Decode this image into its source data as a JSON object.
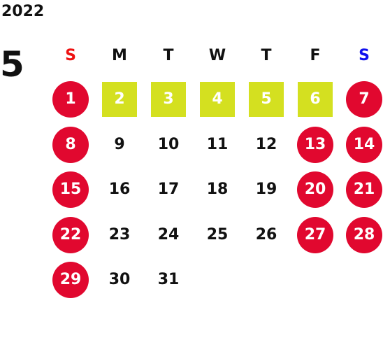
{
  "calendar": {
    "year": "2022",
    "month": "5",
    "colors": {
      "sunday_header": "#ee1111",
      "saturday_header": "#1111ee",
      "holiday_bg": "#e1082f",
      "special_bg": "#d4e020",
      "text": "#111111"
    },
    "weekdays": [
      {
        "label": "S",
        "kind": "sun"
      },
      {
        "label": "M",
        "kind": "normal"
      },
      {
        "label": "T",
        "kind": "normal"
      },
      {
        "label": "W",
        "kind": "normal"
      },
      {
        "label": "T",
        "kind": "normal"
      },
      {
        "label": "F",
        "kind": "normal"
      },
      {
        "label": "S",
        "kind": "sat"
      }
    ],
    "days": [
      {
        "n": "1",
        "type": "holiday"
      },
      {
        "n": "2",
        "type": "special"
      },
      {
        "n": "3",
        "type": "special"
      },
      {
        "n": "4",
        "type": "special"
      },
      {
        "n": "5",
        "type": "special"
      },
      {
        "n": "6",
        "type": "special"
      },
      {
        "n": "7",
        "type": "holiday"
      },
      {
        "n": "8",
        "type": "holiday"
      },
      {
        "n": "9",
        "type": "normal"
      },
      {
        "n": "10",
        "type": "normal"
      },
      {
        "n": "11",
        "type": "normal"
      },
      {
        "n": "12",
        "type": "normal"
      },
      {
        "n": "13",
        "type": "holiday"
      },
      {
        "n": "14",
        "type": "holiday"
      },
      {
        "n": "15",
        "type": "holiday"
      },
      {
        "n": "16",
        "type": "normal"
      },
      {
        "n": "17",
        "type": "normal"
      },
      {
        "n": "18",
        "type": "normal"
      },
      {
        "n": "19",
        "type": "normal"
      },
      {
        "n": "20",
        "type": "holiday"
      },
      {
        "n": "21",
        "type": "holiday"
      },
      {
        "n": "22",
        "type": "holiday"
      },
      {
        "n": "23",
        "type": "normal"
      },
      {
        "n": "24",
        "type": "normal"
      },
      {
        "n": "25",
        "type": "normal"
      },
      {
        "n": "26",
        "type": "normal"
      },
      {
        "n": "27",
        "type": "holiday"
      },
      {
        "n": "28",
        "type": "holiday"
      },
      {
        "n": "29",
        "type": "holiday"
      },
      {
        "n": "30",
        "type": "normal"
      },
      {
        "n": "31",
        "type": "normal"
      }
    ]
  }
}
